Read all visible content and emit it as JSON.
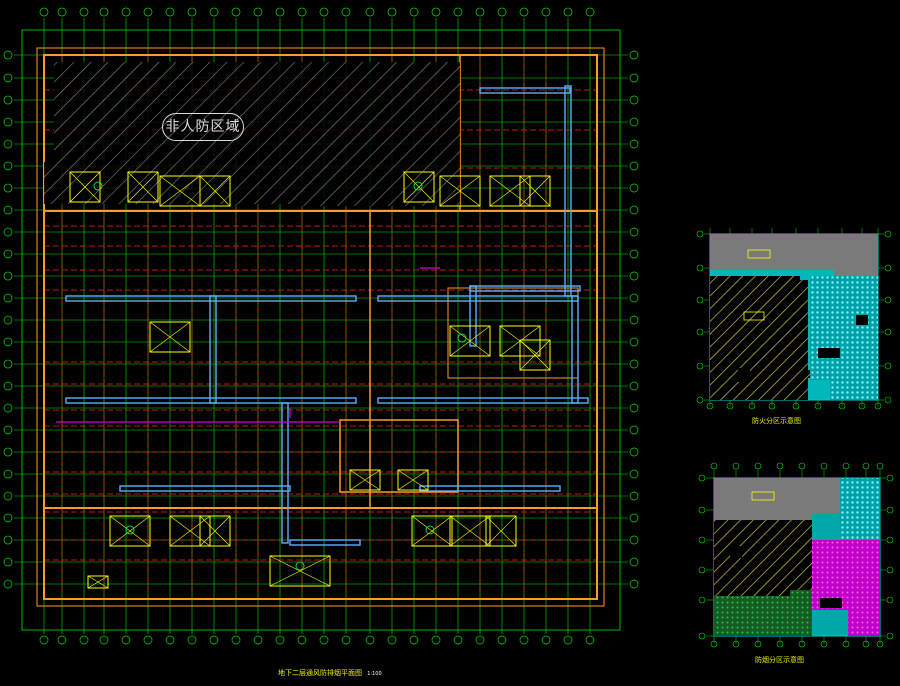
{
  "main_plan": {
    "stamp_text": "非人防区域",
    "title": "地下二层通风防排烟平面图",
    "scale": "1:100"
  },
  "zoning_top": {
    "label": "防火分区示意图"
  },
  "zoning_bottom": {
    "label": "防烟分区示意图"
  },
  "colors": {
    "background": "#000000",
    "axis_lines": "#00e000",
    "gridlines": "#ff2020",
    "walls": "#ff9a2a",
    "ducts": "#5ab0ff",
    "equipment": "#ffff00",
    "hatch": "#c8c8c8",
    "zone_cyan": "#00d0d0",
    "zone_magenta": "#d000d0",
    "zone_green": "#1f8a2e",
    "zone_gray": "#7a7a7a"
  }
}
